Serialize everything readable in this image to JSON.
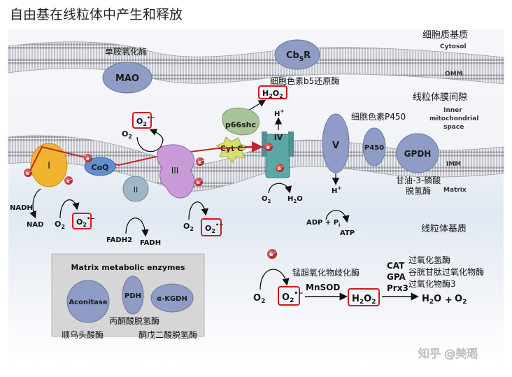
{
  "title": "自由基在线粒体中产生和释放",
  "regions": {
    "cytosol_cn": "细胞质基质",
    "cytosol_en": "Cytosol",
    "omm": "OMM",
    "ims_cn": "线粒体膜间隙",
    "ims_en_1": "Inner",
    "ims_en_2": "mitochondrial",
    "ims_en_3": "space",
    "imm": "IMM",
    "matrix_en": "Matrix",
    "matrix_cn": "线粒体基质"
  },
  "proteins": {
    "mao": "MAO",
    "mao_cn": "单胺氧化酶",
    "cb5r_main": "Cb",
    "cb5r_sub": "5",
    "cb5r_end": "R",
    "cb5r_cn": "细胞色素b5还原酶",
    "p66shc": "p66shc",
    "cytc": "Cyt C",
    "complex1": "I",
    "complex2": "II",
    "complex3": "III",
    "complex4": "IV",
    "complex5": "V",
    "coq": "CoQ",
    "p450": "P450",
    "p450_cn": "细胞色素P450",
    "gpdh": "GPDH",
    "gpdh_cn_1": "甘油-3-磷酸",
    "gpdh_cn_2": "脱氢酶"
  },
  "species": {
    "nadh": "NADH",
    "nad": "NAD",
    "o2": "O",
    "o2_sub": "2",
    "superoxide_minus": "•−",
    "electron": "e",
    "electron_sup": "−",
    "h2o2": "H",
    "h2o2_sub1": "2",
    "h2o2_o": "O",
    "h2o2_sub2": "2",
    "hplus": "H",
    "hplus_sup": "+",
    "h2o": "H",
    "h2o_sub": "2",
    "h2o_o": "O",
    "fadh2": "FADH2",
    "fadh": "FADH",
    "adp": "ADP + P",
    "adp_sub": "i",
    "atp": "ATP"
  },
  "matrix_box": {
    "title": "Matrix metabolic enzymes",
    "aconitase": "Aconitase",
    "pdh": "PDH",
    "akgdh": "α-KGDH",
    "aconitase_cn": "顺乌头酸酶",
    "pdh_cn": "丙酮酸脱氢酶",
    "akgdh_cn": "酮戊二酸脱氢酶"
  },
  "detox": {
    "mnsod_cn": "锰超氧化物歧化酶",
    "mnsod": "MnSOD",
    "cat": "CAT",
    "gpa": "GPA",
    "prx3": "Prx3",
    "cat_cn": "过氧化氢酶",
    "gpa_cn": "谷胱甘肽过氧化物酶",
    "prx3_cn": "过氧化物酶3",
    "product_h2o": "H",
    "product_h2o_sub": "2",
    "product_h2o_o": "O",
    "plus": "+",
    "product_o2": "O",
    "product_o2_sub": "2"
  },
  "watermark": "知乎 @美瑶",
  "colors": {
    "complex1": "#f0b431",
    "protein_blue": "#8f9dc6",
    "complex2": "#9fb6c6",
    "complex3": "#c89ad8",
    "complex4": "#5aa7a6",
    "p66shc": "#a9c39a",
    "cytc": "#d9df6f",
    "coq": "#5f8fd0",
    "electron": "#c0272d",
    "highlight_box": "#d3181f",
    "matrix_panel": "#d6d6d6"
  }
}
